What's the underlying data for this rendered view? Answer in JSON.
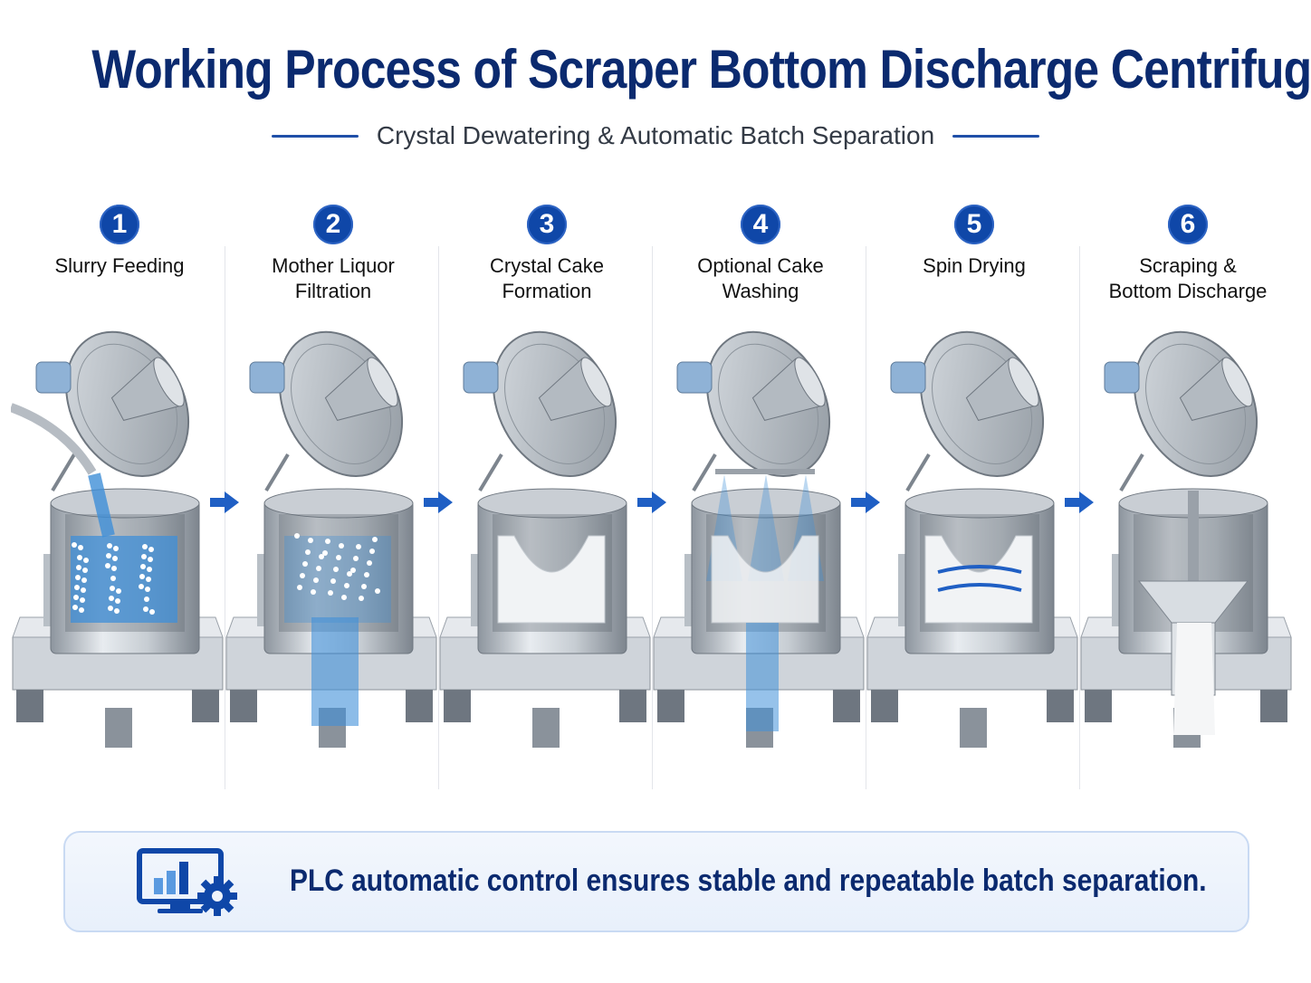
{
  "header": {
    "title": "Working Process of Scraper Bottom Discharge Centrifuge",
    "subtitle": "Crystal Dewatering & Automatic Batch Separation"
  },
  "steps": [
    {
      "number": "1",
      "label_lines": [
        "Slurry Feeding"
      ]
    },
    {
      "number": "2",
      "label_lines": [
        "Mother Liquor",
        "Filtration"
      ]
    },
    {
      "number": "3",
      "label_lines": [
        "Crystal Cake",
        "Formation"
      ]
    },
    {
      "number": "4",
      "label_lines": [
        "Optional Cake",
        "Washing"
      ]
    },
    {
      "number": "5",
      "label_lines": [
        "Spin Drying"
      ]
    },
    {
      "number": "6",
      "label_lines": [
        "Scraping &",
        "Bottom Discharge"
      ]
    }
  ],
  "footer": {
    "text": "PLC automatic control ensures stable and repeatable batch separation.",
    "icon": "monitor-chart-gear-icon"
  },
  "colors": {
    "title": "#0b2a6f",
    "accent": "#0f47a8",
    "water": "#3f8fd8",
    "steel": "#b9c0c8"
  }
}
